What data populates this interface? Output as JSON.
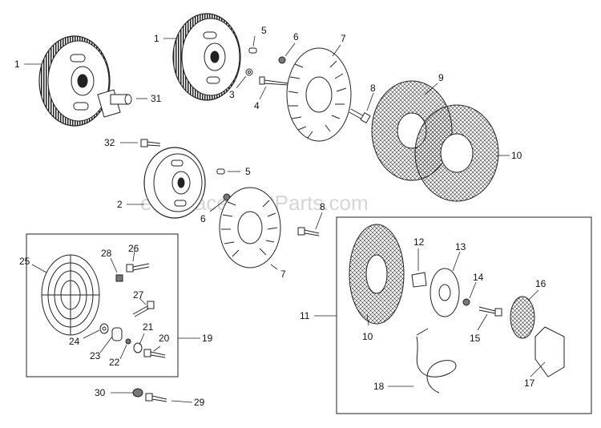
{
  "watermark": "eReplacementParts.com",
  "colors": {
    "ink": "#111111",
    "line": "#222222",
    "watermark": "#d6d6d6"
  },
  "callouts": [
    {
      "label": "1",
      "part": "flywheel"
    },
    {
      "label": "1",
      "part": "flywheel"
    },
    {
      "label": "2",
      "part": "flywheel"
    },
    {
      "label": "3",
      "part": "washer"
    },
    {
      "label": "4",
      "part": "screw"
    },
    {
      "label": "5",
      "part": "spacer"
    },
    {
      "label": "5",
      "part": "spacer"
    },
    {
      "label": "6",
      "part": "nut"
    },
    {
      "label": "6",
      "part": "nut"
    },
    {
      "label": "7",
      "part": "fan"
    },
    {
      "label": "7",
      "part": "fan"
    },
    {
      "label": "8",
      "part": "screw"
    },
    {
      "label": "8",
      "part": "screw"
    },
    {
      "label": "9",
      "part": "screen"
    },
    {
      "label": "10",
      "part": "screen"
    },
    {
      "label": "10",
      "part": "screen"
    },
    {
      "label": "11",
      "part": "retractable-screen-kit"
    },
    {
      "label": "12",
      "part": "plate"
    },
    {
      "label": "13",
      "part": "hub"
    },
    {
      "label": "14",
      "part": "washer"
    },
    {
      "label": "15",
      "part": "screw"
    },
    {
      "label": "16",
      "part": "screen"
    },
    {
      "label": "17",
      "part": "cover"
    },
    {
      "label": "18",
      "part": "wire-clip"
    },
    {
      "label": "19",
      "part": "grill-kit"
    },
    {
      "label": "20",
      "part": "screw"
    },
    {
      "label": "21",
      "part": "washer"
    },
    {
      "label": "22",
      "part": "washer"
    },
    {
      "label": "23",
      "part": "spacer"
    },
    {
      "label": "24",
      "part": "washer"
    },
    {
      "label": "25",
      "part": "grill"
    },
    {
      "label": "26",
      "part": "screw"
    },
    {
      "label": "27",
      "part": "screw"
    },
    {
      "label": "28",
      "part": "nut"
    },
    {
      "label": "29",
      "part": "screw"
    },
    {
      "label": "30",
      "part": "washer"
    },
    {
      "label": "31",
      "part": "adapter"
    },
    {
      "label": "32",
      "part": "screw"
    }
  ]
}
